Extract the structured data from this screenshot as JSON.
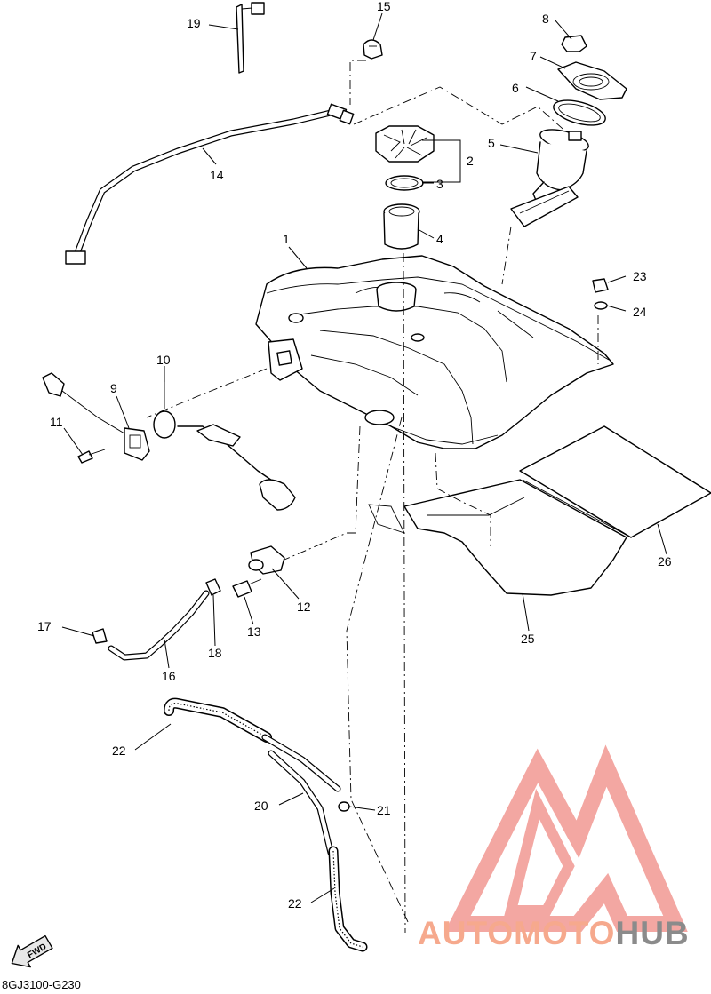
{
  "diagram": {
    "code": "8GJ3100-G230",
    "direction_label": "FWD",
    "callouts": [
      "1",
      "2",
      "3",
      "4",
      "5",
      "6",
      "7",
      "8",
      "9",
      "10",
      "11",
      "12",
      "13",
      "14",
      "15",
      "16",
      "17",
      "18",
      "19",
      "20",
      "21",
      "22",
      "22",
      "23",
      "24",
      "25",
      "26"
    ]
  },
  "watermark": {
    "part_a": "AUTOMOTO",
    "part_b": "HUB",
    "color_a": "#f6a98d",
    "color_b": "#8b8b8b",
    "logo_color": "#f08a84"
  }
}
